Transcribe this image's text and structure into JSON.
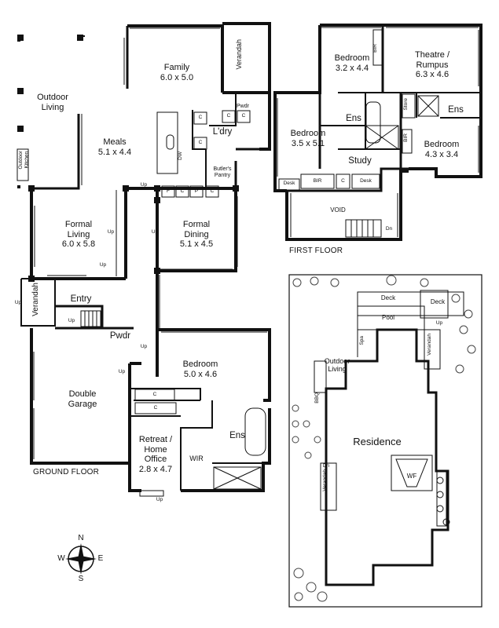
{
  "ground_floor": {
    "title": "GROUND FLOOR",
    "rooms": {
      "family": {
        "name": "Family",
        "dims": "6.0 x 5.0"
      },
      "outdoor_living": {
        "name": "Outdoor\nLiving"
      },
      "meals": {
        "name": "Meals",
        "dims": "5.1 x 4.4"
      },
      "verandah_top": "Verandah",
      "laundry": "L'dry",
      "pwdr_small": "Pwdr",
      "butlers_pantry": "Butler's\nPantry",
      "outdoor_kitchen": "Outdoor\nKitchen",
      "dw": "DW",
      "formal_living": {
        "name": "Formal\nLiving",
        "dims": "6.0 x 5.8"
      },
      "formal_dining": {
        "name": "Formal\nDining",
        "dims": "5.1 x 4.5"
      },
      "verandah_entry": "Verandah",
      "entry": "Entry",
      "pwdr": "Pwdr",
      "double_garage": {
        "name": "Double\nGarage"
      },
      "bedroom": {
        "name": "Bedroom",
        "dims": "5.0 x 4.6"
      },
      "ens": "Ens",
      "retreat": {
        "name": "Retreat /\nHome\nOffice",
        "dims": "2.8 x 4.7"
      },
      "wir": "WIR"
    },
    "cupboards": {
      "c": "C",
      "f": "F",
      "p": "P"
    },
    "up": "Up"
  },
  "first_floor": {
    "title": "FIRST FLOOR",
    "rooms": {
      "bedroom_a": {
        "name": "Bedroom",
        "dims": "3.2 x 4.4"
      },
      "bir": "BIR",
      "theatre": {
        "name": "Theatre /\nRumpus",
        "dims": "6.3 x 4.6"
      },
      "bedroom_b": {
        "name": "Bedroom",
        "dims": "3.5 x 5.1"
      },
      "ens": "Ens",
      "store": "Store",
      "bedroom_c": {
        "name": "Bedroom",
        "dims": "4.3 x 3.4"
      },
      "study": "Study",
      "desk": "Desk",
      "void": "VOID"
    },
    "c": "C",
    "dn": "Dn"
  },
  "site_plan": {
    "residence": "Residence",
    "deck": "Deck",
    "pool": "Pool",
    "spa": "Spa",
    "outdoor_living": "Outdoor\nLiving",
    "bbq": "BBQ",
    "verandah": "Verandah",
    "wf": "WF",
    "up": "Up",
    "dn": "Dn"
  },
  "compass": {
    "n": "N",
    "s": "S",
    "e": "E",
    "w": "W"
  }
}
